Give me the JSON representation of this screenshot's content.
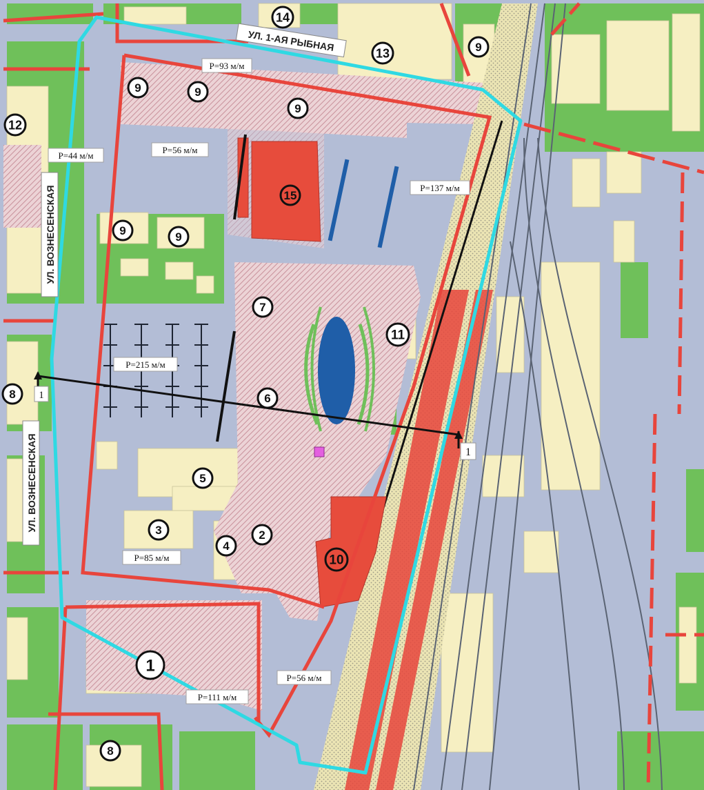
{
  "streets": {
    "north": "УЛ. 1-АЯ РЫБНАЯ",
    "west_upper": "УЛ. ВОЗНЕСЕНСКАЯ",
    "west_lower": "УЛ. ВОЗНЕСЕНСКАЯ"
  },
  "parking": [
    {
      "id": "p93",
      "text": "P=93 м/м"
    },
    {
      "id": "p44",
      "text": "P=44 м/м"
    },
    {
      "id": "p56top",
      "text": "P=56 м/м"
    },
    {
      "id": "p137",
      "text": "P=137 м/м"
    },
    {
      "id": "p215",
      "text": "P=215 м/м"
    },
    {
      "id": "p85",
      "text": "P=85 м/м"
    },
    {
      "id": "p111",
      "text": "P=111 м/м"
    },
    {
      "id": "p56bottom",
      "text": "P=56 м/м"
    }
  ],
  "markers": [
    {
      "id": "m14",
      "label": "14"
    },
    {
      "id": "m13",
      "label": "13"
    },
    {
      "id": "m9a",
      "label": "9"
    },
    {
      "id": "m9b",
      "label": "9"
    },
    {
      "id": "m9c",
      "label": "9"
    },
    {
      "id": "m9d",
      "label": "9"
    },
    {
      "id": "m9e",
      "label": "9"
    },
    {
      "id": "m9f",
      "label": "9"
    },
    {
      "id": "m12",
      "label": "12"
    },
    {
      "id": "m15",
      "label": "15"
    },
    {
      "id": "m7",
      "label": "7"
    },
    {
      "id": "m11",
      "label": "11"
    },
    {
      "id": "m6",
      "label": "6"
    },
    {
      "id": "m8a",
      "label": "8"
    },
    {
      "id": "m5",
      "label": "5"
    },
    {
      "id": "m3",
      "label": "3"
    },
    {
      "id": "m4",
      "label": "4"
    },
    {
      "id": "m2",
      "label": "2"
    },
    {
      "id": "m10",
      "label": "10"
    },
    {
      "id": "m1",
      "label": "1"
    },
    {
      "id": "m8b",
      "label": "8"
    }
  ],
  "section": {
    "left_label": "1",
    "right_label": "1"
  },
  "colors": {
    "road": "#b3bdd6",
    "green": "#6fc05a",
    "building": "#f6efc2",
    "red_line": "#e8453c",
    "boundary": "#2fd9e3",
    "pond": "#1f5ea8",
    "station": "#e74c3c",
    "plaza": "#e9c9cf",
    "track_bed": "#ece6b8"
  }
}
